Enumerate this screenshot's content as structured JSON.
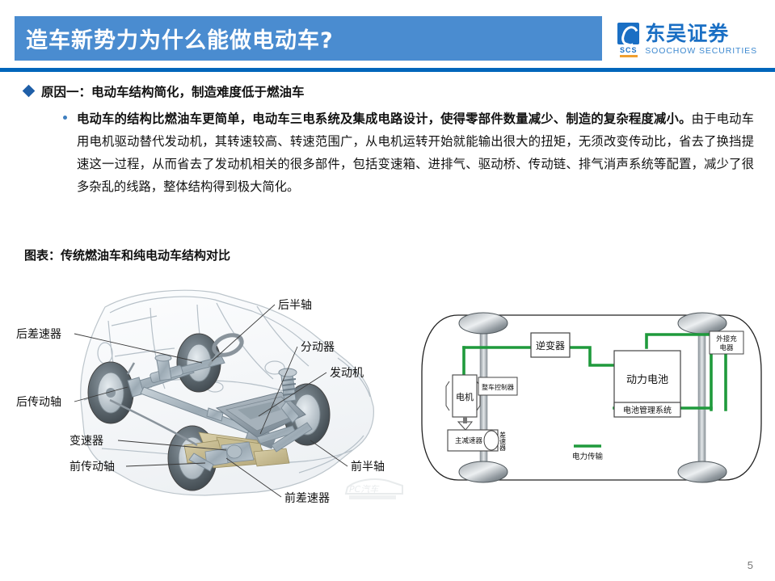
{
  "header": {
    "title": "造车新势力为什么能做电动车?",
    "bar_color": "#4a8cd0",
    "rule_color": "#0066bb",
    "brand": {
      "cn": "东吴证券",
      "en": "SOOCHOW SECURITIES",
      "abbr": "SCS",
      "color": "#1a6fc4"
    }
  },
  "content": {
    "bullet_one": "原因一：电动车结构简化，制造难度低于燃油车",
    "paragraph_bold": "电动车的结构比燃油车更简单，电动车三电系统及集成电路设计，使得零部件数量减少、制造的复杂程度减小。",
    "paragraph_rest": "由于电动车用电机驱动替代发动机，其转速较高、转速范围广，从电机运转开始就能输出很大的扭矩，无须改变传动比，省去了换挡提速这一过程，从而省去了发动机相关的很多部件，包括变速箱、进排气、驱动桥、传动链、排气消声系统等配置，减少了很多杂乱的线路，整体结构得到极大简化。"
  },
  "chart_caption": "图表：传统燃油车和纯电动车结构对比",
  "figure_ice": {
    "labels": {
      "rear_diff": "后差速器",
      "rear_halfshaft": "后半轴",
      "transfer_case": "分动器",
      "engine": "发动机",
      "rear_driveshaft": "后传动轴",
      "gearbox": "变速器",
      "front_driveshaft": "前传动轴",
      "front_diff": "前差速器",
      "front_halfshaft": "前半轴"
    },
    "watermark": "PC汽车"
  },
  "figure_ev": {
    "labels": {
      "inverter": "逆变器",
      "motor": "电机",
      "vcu": "整车控制器",
      "final_drive": "主减速器",
      "differential": "差速器",
      "traction_battery": "动力电池",
      "bms": "电池管理系统",
      "external_charger": "外接充电器",
      "legend": "电力传输"
    },
    "wire_color": "#1f9a3c"
  },
  "footer": {
    "page_number": "5"
  }
}
